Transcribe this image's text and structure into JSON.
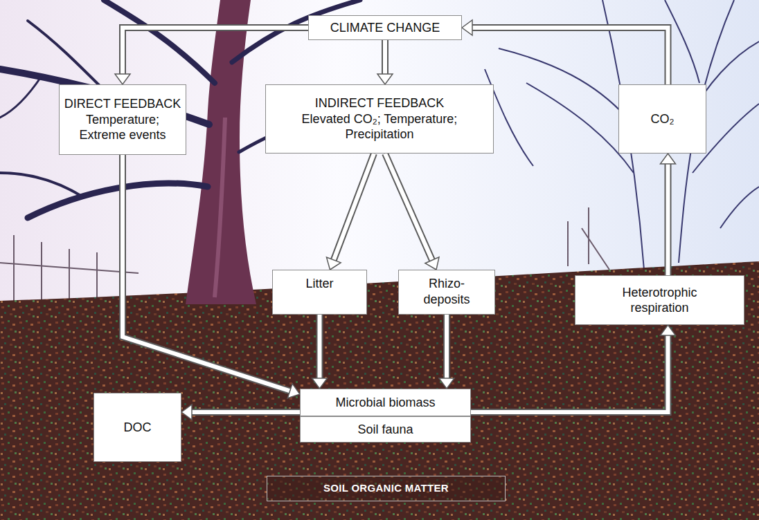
{
  "diagram": {
    "nodes": [
      {
        "text": [
          "CLIMATE CHANGE"
        ]
      },
      {
        "text": [
          "DIRECT FEEDBACK",
          "Temperature; Extreme events"
        ]
      },
      {
        "text": [
          "INDIRECT FEEDBACK",
          "Elevated CO₂; Temperature; Precipitation"
        ]
      },
      {
        "text": [
          "CO₂"
        ]
      },
      {
        "text": [
          "Litter"
        ]
      },
      {
        "text": [
          "Rhizo- deposits"
        ]
      },
      {
        "text": [
          "Heterotrophic respiration"
        ]
      },
      {
        "text": [
          "DOC"
        ]
      },
      {
        "text": [
          "Microbial biomass"
        ]
      },
      {
        "text": [
          "Soil fauna"
        ]
      },
      {
        "text": [
          "SOIL ORGANIC MATTER"
        ]
      }
    ],
    "edges": [
      {
        "from": 0,
        "to": 1,
        "arrow": "to"
      },
      {
        "from": 0,
        "to": 2,
        "arrow": "to"
      },
      {
        "from": 3,
        "to": 0,
        "arrow": "to"
      },
      {
        "from": 2,
        "to": 4,
        "arrow": "to"
      },
      {
        "from": 2,
        "to": 5,
        "arrow": "to"
      },
      {
        "from": 1,
        "to": 8,
        "arrow": "to"
      },
      {
        "from": 4,
        "to": 8,
        "arrow": "to"
      },
      {
        "from": 5,
        "to": 8,
        "arrow": "to"
      },
      {
        "from": 8,
        "to": 7,
        "arrow": "to"
      },
      {
        "from": 8,
        "to": 6,
        "arrow": "to"
      },
      {
        "from": 6,
        "to": 3,
        "arrow": "to"
      }
    ]
  }
}
